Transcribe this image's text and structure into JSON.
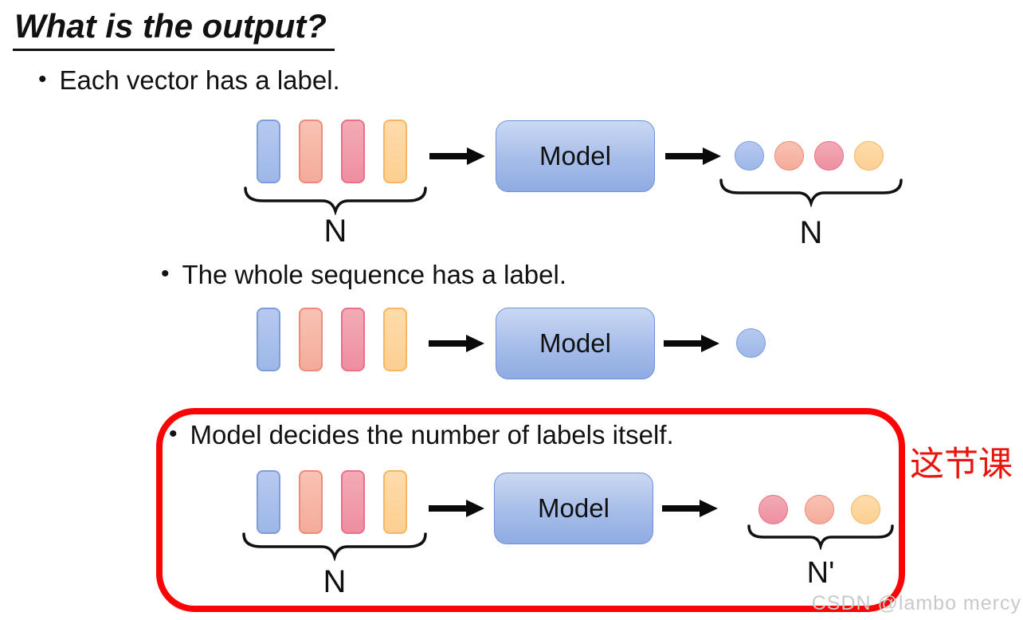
{
  "page": {
    "title": "What is the output?"
  },
  "bullets": {
    "each_vector": "Each vector has a label.",
    "whole_sequence": "The whole sequence has a label.",
    "model_decides": "Model decides the number of labels itself."
  },
  "diagrams": {
    "seq_to_seq": {
      "inputs": [
        "blue",
        "salmon",
        "pink",
        "orange"
      ],
      "model_label": "Model",
      "outputs": [
        "blue",
        "salmon",
        "pink",
        "orange"
      ],
      "input_count": "N",
      "output_count": "N"
    },
    "seq_to_one": {
      "inputs": [
        "blue",
        "salmon",
        "pink",
        "orange"
      ],
      "model_label": "Model",
      "outputs": [
        "blue"
      ]
    },
    "seq_to_any": {
      "inputs": [
        "blue",
        "salmon",
        "pink",
        "orange"
      ],
      "model_label": "Model",
      "outputs": [
        "pink",
        "salmon",
        "orange"
      ],
      "input_count": "N",
      "output_count": "N'"
    }
  },
  "annotation": {
    "text": "这节课",
    "color": "#e8150d"
  },
  "watermark": {
    "text": "CSDN @lambo mercy",
    "color": "#c9c9c9"
  },
  "colors": {
    "highlight_box": "#fa0505",
    "model_fill_top": "#cad8f3",
    "model_fill_bottom": "#8fabe2",
    "model_border": "#6e93d5",
    "tokens": {
      "blue": {
        "light": "#b7c9ef",
        "base": "#9db7e8",
        "border": "#7d9ddd"
      },
      "salmon": {
        "light": "#f9c2b4",
        "base": "#f4ab9a",
        "border": "#ee8a79"
      },
      "pink": {
        "light": "#f3abb6",
        "base": "#ee8ea1",
        "border": "#e87089"
      },
      "orange": {
        "light": "#fedcab",
        "base": "#fccf92",
        "border": "#f4b763"
      }
    }
  }
}
